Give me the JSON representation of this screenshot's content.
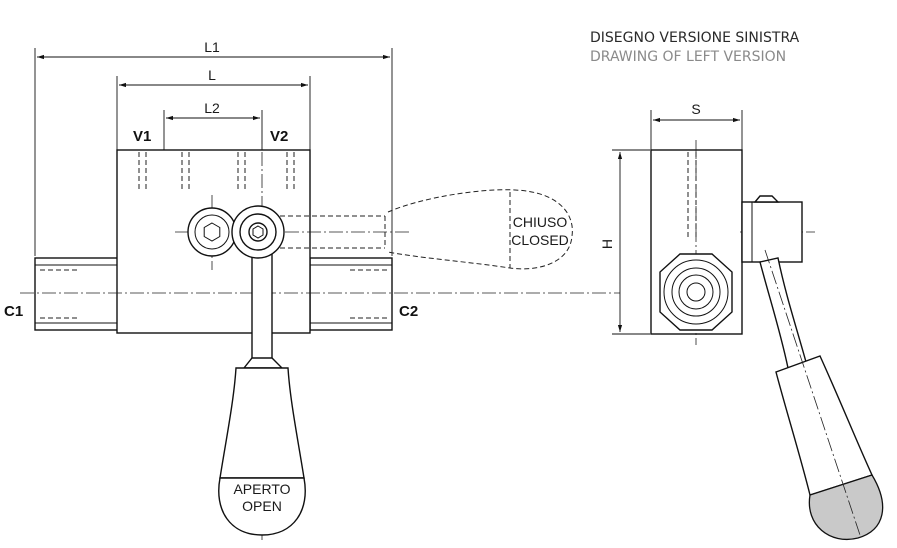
{
  "titles": {
    "line1": "DISEGNO VERSIONE SINISTRA",
    "line2": "DRAWING OF LEFT VERSION"
  },
  "dimensions": {
    "l1": "L1",
    "l": "L",
    "l2": "L2",
    "s": "S",
    "h": "H"
  },
  "ports": {
    "v1": "V1",
    "v2": "V2",
    "c1": "C1",
    "c2": "C2"
  },
  "positions": {
    "closed_it": "CHIUSO",
    "closed_en": "CLOSED",
    "open_it": "APERTO",
    "open_en": "OPEN"
  },
  "colors": {
    "line": "#111111",
    "handle_tip": "#c9c9c9",
    "subtitle": "#8a8a8a"
  }
}
